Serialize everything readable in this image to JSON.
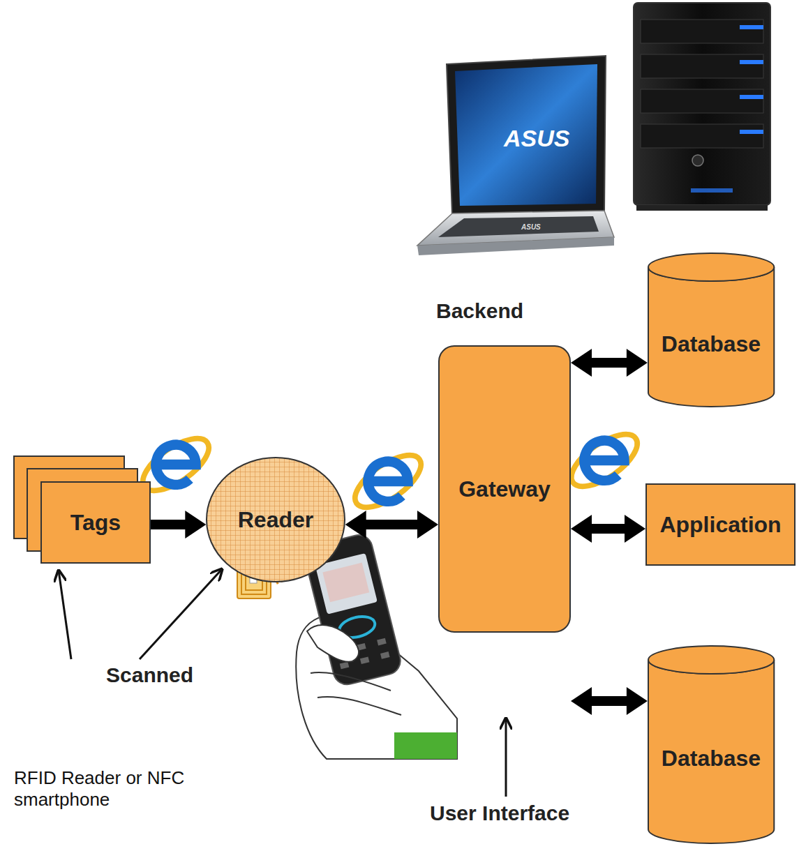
{
  "diagram": {
    "nodes": [
      {
        "text": [
          "Tags"
        ]
      },
      {
        "text": [
          "Reader"
        ]
      },
      {
        "text": [
          "Gateway"
        ]
      },
      {
        "text": [
          "Database"
        ]
      },
      {
        "text": [
          "Application"
        ]
      },
      {
        "text": [
          "Database"
        ]
      }
    ],
    "edges": [
      {
        "from": 0,
        "to": 1,
        "arrow": "to"
      },
      {
        "from": 1,
        "to": 2,
        "arrow": "both"
      },
      {
        "from": 2,
        "to": 3,
        "arrow": "both"
      },
      {
        "from": 2,
        "to": 4,
        "arrow": "both"
      },
      {
        "from": 2,
        "to": 5,
        "arrow": "both"
      }
    ],
    "labels": [
      "ASUS",
      "ASUS",
      "Backend",
      "Scanned",
      "User Interface",
      "RFID Reader or NFC smartphone"
    ]
  }
}
